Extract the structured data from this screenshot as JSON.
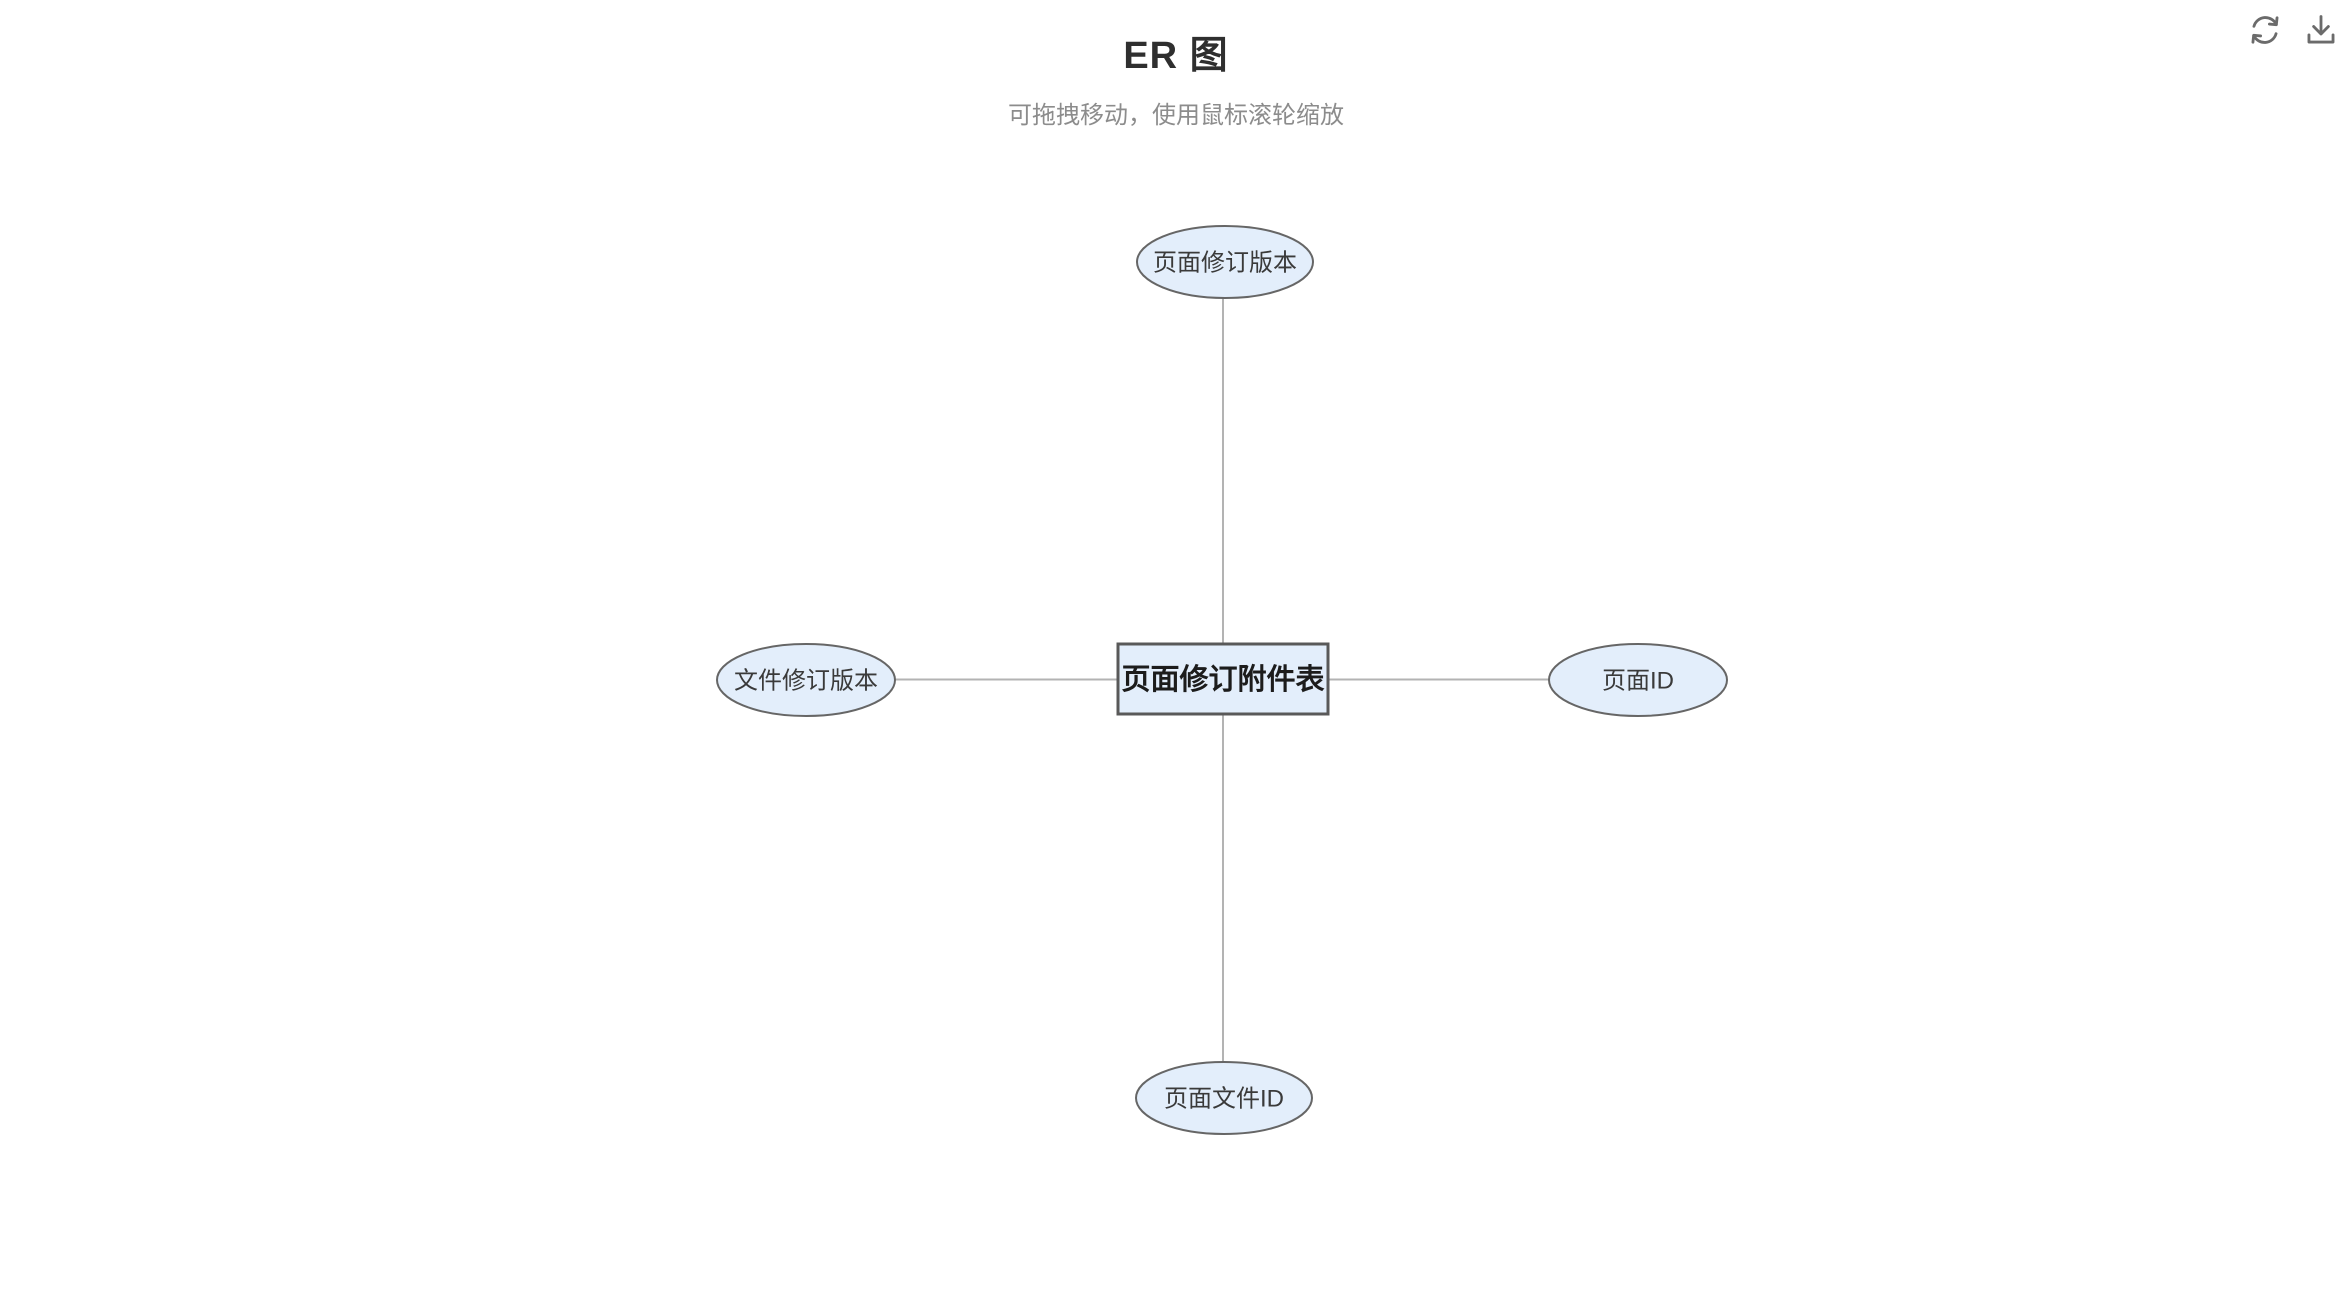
{
  "header": {
    "title": "ER 图",
    "subtitle": "可拖拽移动，使用鼠标滚轮缩放"
  },
  "toolbar": {
    "refresh_icon": "refresh-icon",
    "download_icon": "download-icon"
  },
  "diagram": {
    "entity": {
      "label": "页面修订附件表"
    },
    "attributes": [
      {
        "label": "页面修订版本",
        "position": "top"
      },
      {
        "label": "文件修订版本",
        "position": "left"
      },
      {
        "label": "页面ID",
        "position": "right"
      },
      {
        "label": "页面文件ID",
        "position": "bottom"
      }
    ]
  },
  "colors": {
    "node_fill": "#e3eefb",
    "node_border": "#666666",
    "entity_border": "#595959",
    "connector_line": "#b3b3b3",
    "icon": "#6b6b6b",
    "title_text": "#2f2f2f",
    "subtitle_text": "#8c8c8c"
  }
}
